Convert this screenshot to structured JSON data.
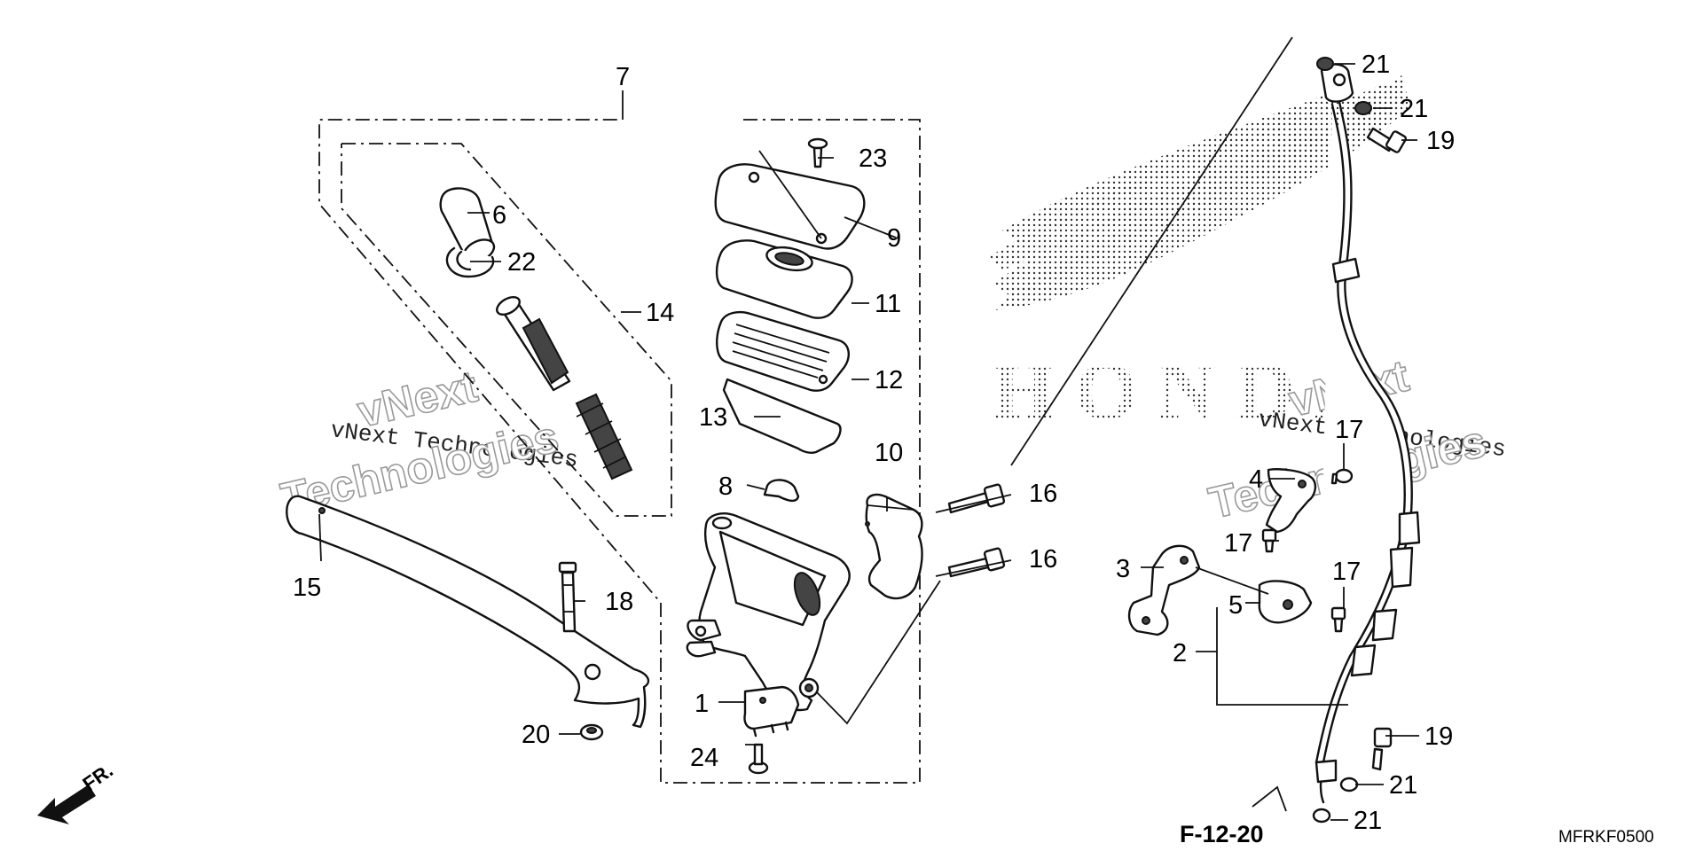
{
  "diagram": {
    "callouts": [
      "1",
      "2",
      "3",
      "4",
      "5",
      "6",
      "7",
      "8",
      "9",
      "10",
      "11",
      "12",
      "13",
      "14",
      "15",
      "16",
      "16",
      "17",
      "17",
      "17",
      "18",
      "19",
      "19",
      "20",
      "21",
      "21",
      "21",
      "21",
      "22",
      "23",
      "24"
    ],
    "reference": "F-12-20",
    "drawing_code": "MFRKF0500",
    "front_marker": "FR.",
    "watermark": {
      "line_a": "vNext Technologies",
      "line_b1": "vNext",
      "line_b2": "Technologies"
    },
    "brand_mark": "HONDA",
    "colors": {
      "ink": "#111111",
      "paper": "#ffffff",
      "watermark": "#9a9a9a"
    }
  }
}
